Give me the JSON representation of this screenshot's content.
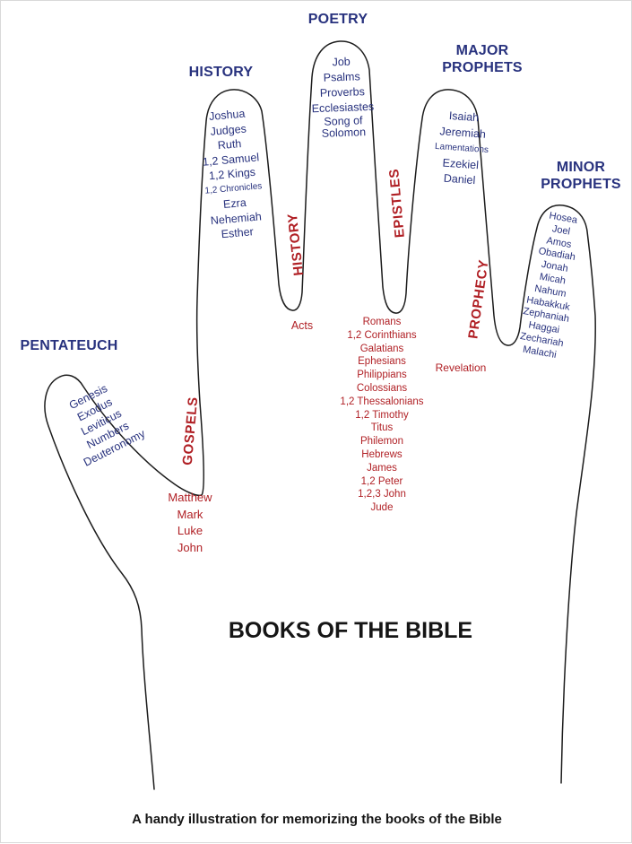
{
  "title": "BOOKS OF THE BIBLE",
  "caption": "A handy illustration for memorizing the books of the Bible",
  "colors": {
    "old_testament_text": "#28327e",
    "new_testament_text": "#b01f24",
    "outline": "#1c1c1c"
  },
  "old_testament": {
    "pentateuch": {
      "label": "PENTATEUCH",
      "books": [
        "Genesis",
        "Exodus",
        "Leviticus",
        "Numbers",
        "Deuteronomy"
      ]
    },
    "history": {
      "label": "HISTORY",
      "books": [
        "Joshua",
        "Judges",
        "Ruth",
        "1,2 Samuel",
        "1,2 Kings",
        "1,2 Chronicles",
        "Ezra",
        "Nehemiah",
        "Esther"
      ]
    },
    "poetry": {
      "label": "POETRY",
      "books": [
        "Job",
        "Psalms",
        "Proverbs",
        "Ecclesiastes",
        "Song of",
        "Solomon"
      ]
    },
    "major_prophets": {
      "label": "MAJOR PROPHETS",
      "books": [
        "Isaiah",
        "Jeremiah",
        "Lamentations",
        "Ezekiel",
        "Daniel"
      ]
    },
    "minor_prophets": {
      "label": "MINOR PROPHETS",
      "books": [
        "Hosea",
        "Joel",
        "Amos",
        "Obadiah",
        "Jonah",
        "Micah",
        "Nahum",
        "Habakkuk",
        "Zephaniah",
        "Haggai",
        "Zechariah",
        "Malachi"
      ]
    }
  },
  "new_testament": {
    "gospels": {
      "label": "GOSPELS",
      "books": [
        "Matthew",
        "Mark",
        "Luke",
        "John"
      ]
    },
    "history": {
      "label": "HISTORY",
      "books": [
        "Acts"
      ]
    },
    "epistles": {
      "label": "EPISTLES",
      "books": [
        "Romans",
        "1,2 Corinthians",
        "Galatians",
        "Ephesians",
        "Philippians",
        "Colossians",
        "1,2 Thessalonians",
        "1,2 Timothy",
        "Titus",
        "Philemon",
        "Hebrews",
        "James",
        "1,2 Peter",
        "1,2,3 John",
        "Jude"
      ]
    },
    "prophecy": {
      "label": "PROPHECY",
      "books": [
        "Revelation"
      ]
    }
  }
}
